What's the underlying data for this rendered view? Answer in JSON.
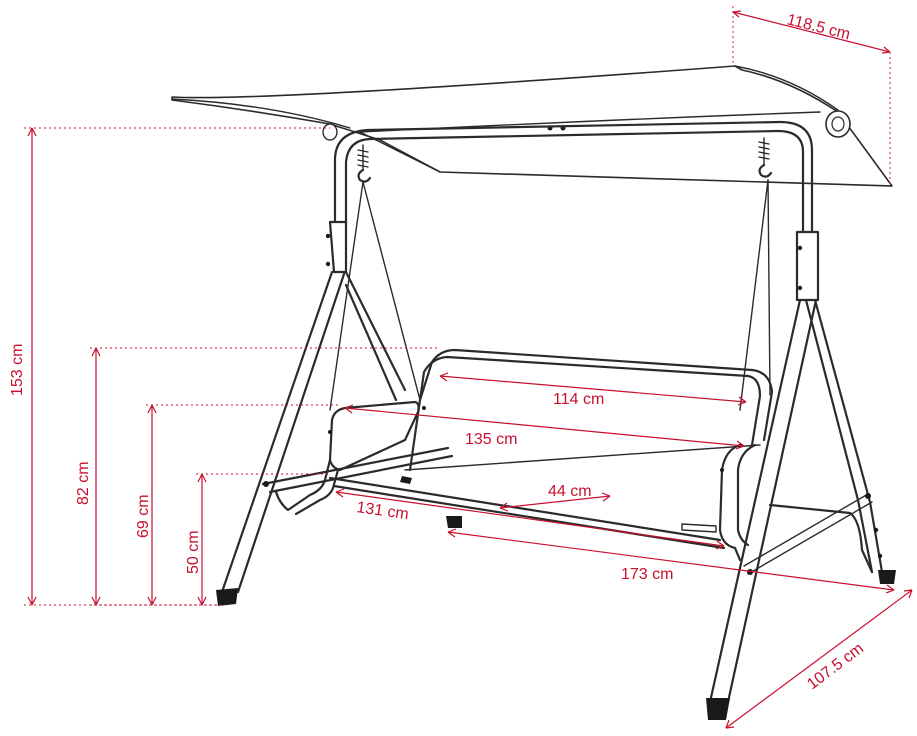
{
  "colors": {
    "dimension": "#c8102e",
    "frame": "#2b2b2b",
    "background": "#ffffff"
  },
  "dimensions": {
    "canopy_length": "118.5 cm",
    "total_height": "153 cm",
    "backrest_height": "82 cm",
    "armrest_height": "69 cm",
    "seat_height": "50 cm",
    "backrest_width": "114 cm",
    "seat_width_front": "135 cm",
    "seat_depth": "44 cm",
    "seat_frame_width": "131 cm",
    "overall_length": "173 cm",
    "overall_depth": "107.5 cm"
  }
}
